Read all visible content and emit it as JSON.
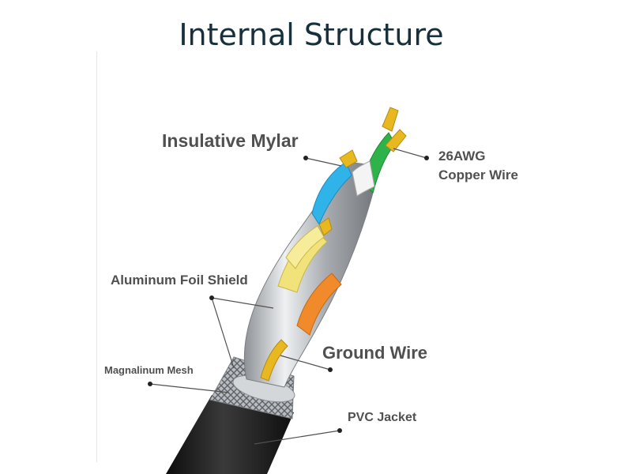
{
  "title": "Internal Structure",
  "labels": {
    "insulative_mylar": "Insulative Mylar",
    "copper_wire_line1": "26AWG",
    "copper_wire_line2": "Copper Wire",
    "aluminum_foil": "Aluminum Foil Shield",
    "ground_wire": "Ground Wire",
    "magnalinum_mesh": "Magnalinum Mesh",
    "pvc_jacket": "PVC Jacket"
  },
  "colors": {
    "title": "#17303b",
    "label": "#505050",
    "jacket": "#1a1a1a",
    "pair_blue": "#2fb3e8",
    "pair_green": "#2db34a",
    "pair_yellow": "#f2e27a",
    "pair_orange": "#f08a2a",
    "copper": "#e8b820",
    "foil": "#c9ccd0"
  }
}
